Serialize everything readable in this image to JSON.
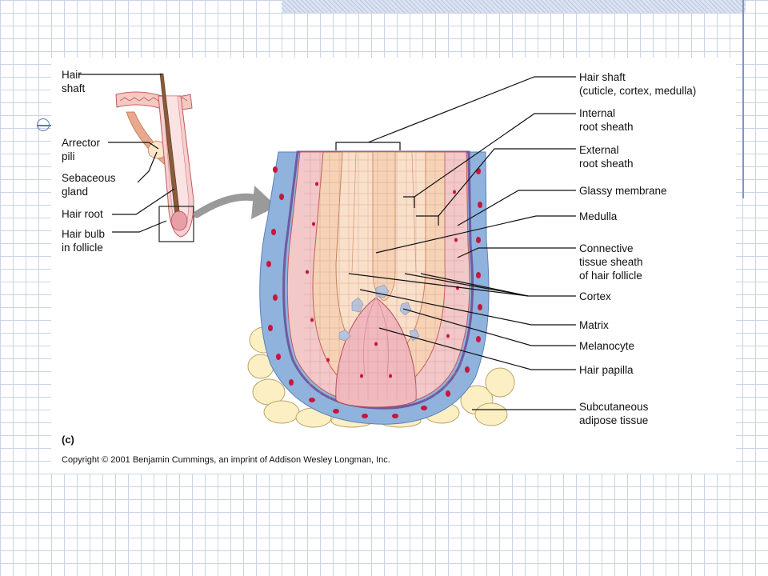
{
  "figure": {
    "panel_letter": "(c)",
    "copyright": "Copyright © 2001 Benjamin Cummings, an imprint of Addison Wesley Longman, Inc."
  },
  "labels_left": {
    "hair_shaft": "Hair\nshaft",
    "arrector_pili": "Arrector\npili",
    "sebaceous_gland": "Sebaceous\ngland",
    "hair_root": "Hair root",
    "hair_bulb": "Hair bulb\nin follicle"
  },
  "labels_right": {
    "hair_shaft": "Hair shaft\n(cuticle, cortex, medulla)",
    "internal_root_sheath": "Internal\nroot sheath",
    "external_root_sheath": "External\nroot sheath",
    "glassy_membrane": "Glassy membrane",
    "medulla": "Medulla",
    "connective_tissue_sheath": "Connective\ntissue sheath\nof hair follicle",
    "cortex": "Cortex",
    "matrix": "Matrix",
    "melanocyte": "Melanocyte",
    "hair_papilla": "Hair papilla",
    "subcutaneous_adipose": "Subcutaneous\nadipose tissue"
  },
  "colors": {
    "connective_tissue": "#8fb3dd",
    "root_sheath": "#f2c8c9",
    "cortex": "#f6d3b5",
    "medulla": "#f9e0c9",
    "papilla": "#f0b9bd",
    "adipose": "#fbefc3",
    "nuclei": "#c8163b",
    "arrow": "#9a9a9a",
    "accent": "#5f78b0"
  }
}
